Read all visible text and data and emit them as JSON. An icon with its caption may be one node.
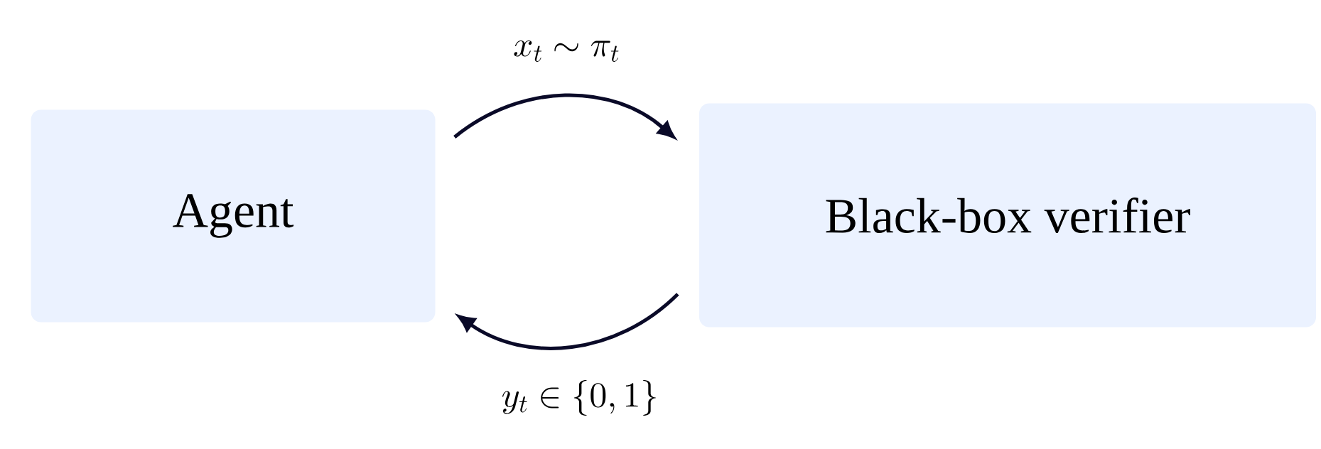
{
  "diagram": {
    "nodes": [
      {
        "text": [
          "Agent"
        ]
      },
      {
        "text": [
          "Black-box verifier"
        ]
      }
    ],
    "edges": [
      {
        "from": 0,
        "to": 1,
        "arrow": "to",
        "label": "x_t \\sim \\pi_t"
      },
      {
        "from": 1,
        "to": 0,
        "arrow": "to",
        "label": "y_t \\in \\{0,1\\}"
      }
    ]
  }
}
